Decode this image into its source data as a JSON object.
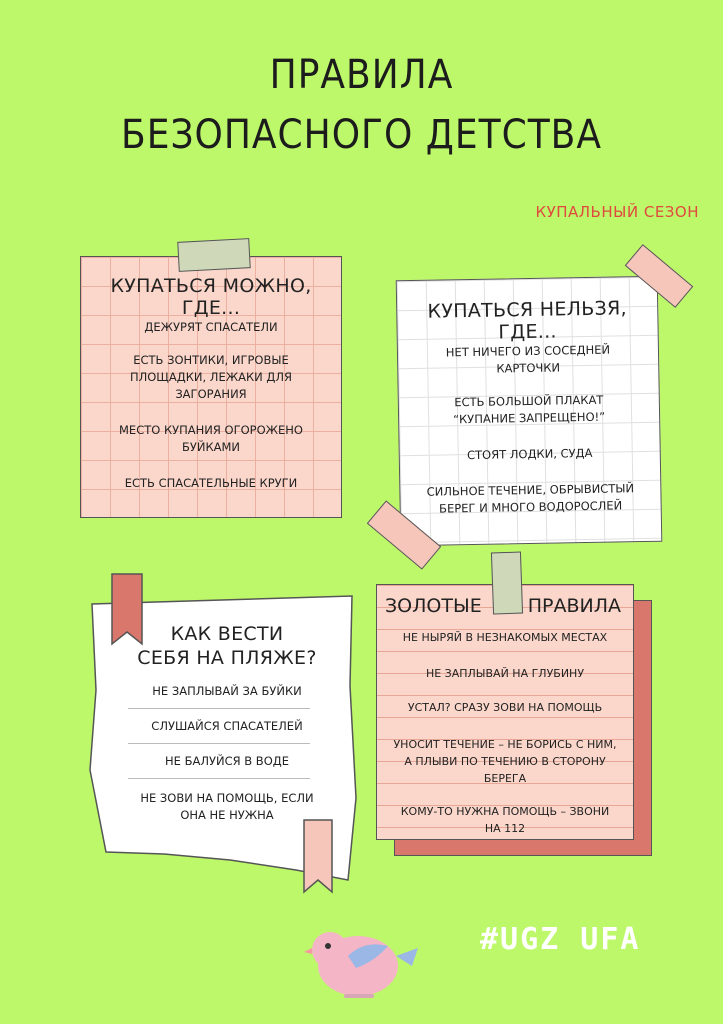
{
  "title": {
    "line1": "ПРАВИЛА",
    "line2": "БЕЗОПАСНОГО ДЕТСТВА"
  },
  "subtitle": "КУПАЛЬНЫЙ СЕЗОН",
  "card_allowed": {
    "heading": "КУПАТЬСЯ МОЖНО, ГДЕ...",
    "items": [
      "ДЕЖУРЯТ СПАСАТЕЛИ",
      "ЕСТЬ ЗОНТИКИ, ИГРОВЫЕ ПЛОЩАДКИ, ЛЕЖАКИ ДЛЯ ЗАГОРАНИЯ",
      "МЕСТО КУПАНИЯ ОГОРОЖЕНО БУЙКАМИ",
      "ЕСТЬ СПАСАТЕЛЬНЫЕ КРУГИ"
    ]
  },
  "card_forbidden": {
    "heading": "КУПАТЬСЯ НЕЛЬЗЯ, ГДЕ...",
    "items": [
      "НЕТ НИЧЕГО ИЗ СОСЕДНЕЙ КАРТОЧКИ",
      "ЕСТЬ БОЛЬШОЙ ПЛАКАТ “КУПАНИЕ ЗАПРЕЩЕНО!”",
      "СТОЯТ ЛОДКИ, СУДА",
      "СИЛЬНОЕ ТЕЧЕНИЕ, ОБРЫВИСТЫЙ БЕРЕГ И МНОГО ВОДОРОСЛЕЙ"
    ]
  },
  "card_beach": {
    "heading_line1": "КАК ВЕСТИ",
    "heading_line2": "СЕБЯ НА ПЛЯЖЕ?",
    "items": [
      "НЕ ЗАПЛЫВАЙ ЗА БУЙКИ",
      "СЛУШАЙСЯ СПАСАТЕЛЕЙ",
      "НЕ БАЛУЙСЯ В ВОДЕ",
      "НЕ ЗОВИ НА ПОМОЩЬ, ЕСЛИ ОНА НЕ НУЖНА"
    ]
  },
  "card_golden": {
    "heading_left": "ЗОЛОТЫЕ",
    "heading_right": "ПРАВИЛА",
    "items": [
      "НЕ НЫРЯЙ В НЕЗНАКОМЫХ МЕСТАХ",
      "НЕ ЗАПЛЫВАЙ НА ГЛУБИНУ",
      "УСТАЛ? СРАЗУ ЗОВИ НА ПОМОЩЬ",
      "УНОСИТ ТЕЧЕНИЕ – НЕ БОРИСЬ С НИМ, А ПЛЫВИ ПО ТЕЧЕНИЮ В СТОРОНУ БЕРЕГА",
      "КОМУ-ТО НУЖНА ПОМОЩЬ – ЗВОНИ НА 112"
    ]
  },
  "brand": "#UGZ UFA",
  "icons": {
    "bird": "bird-icon"
  },
  "colors": {
    "background": "#bdf86a",
    "accent_red": "#e0493d",
    "card_pink": "#fbd7cb",
    "tape_gray": "#cfd8b8",
    "tape_red": "#d9776c",
    "tape_pink": "#f7c6bb"
  }
}
